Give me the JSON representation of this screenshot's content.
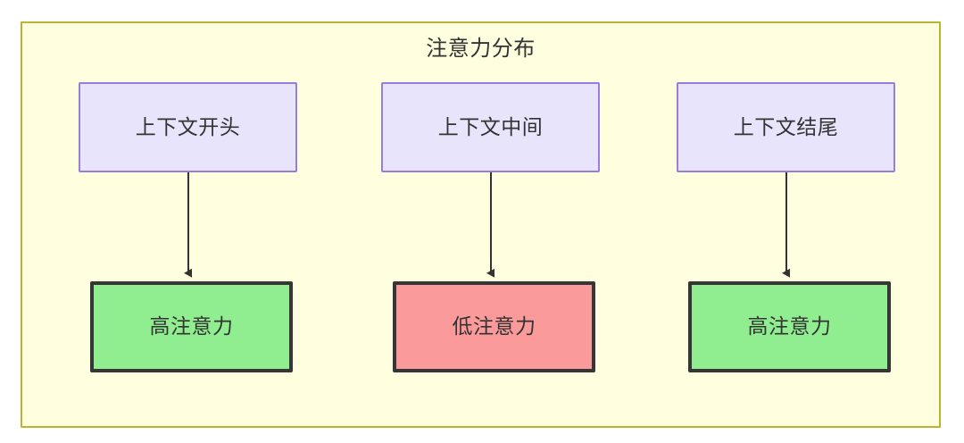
{
  "diagram": {
    "type": "flowchart",
    "direction": "top-down",
    "subgraph": {
      "title": "注意力分布",
      "fill_color": "#FFFFE0",
      "border_color": "#BDB330"
    },
    "nodes": [
      {
        "id": "ctx-start",
        "label": "上下文开头",
        "group": "context",
        "fill_color": "#E8E4FB",
        "border_color": "#9A7DDB"
      },
      {
        "id": "ctx-middle",
        "label": "上下文中间",
        "group": "context",
        "fill_color": "#E8E4FB",
        "border_color": "#9A7DDB"
      },
      {
        "id": "ctx-end",
        "label": "上下文结尾",
        "group": "context",
        "fill_color": "#E8E4FB",
        "border_color": "#9A7DDB"
      },
      {
        "id": "attn-high-start",
        "label": "高注意力",
        "group": "attention",
        "fill_color": "#90EE90",
        "border_color": "#363636"
      },
      {
        "id": "attn-low-middle",
        "label": "低注意力",
        "group": "attention",
        "fill_color": "#FB9A9A",
        "border_color": "#363636"
      },
      {
        "id": "attn-high-end",
        "label": "高注意力",
        "group": "attention",
        "fill_color": "#90EE90",
        "border_color": "#363636"
      }
    ],
    "edges": [
      {
        "id": "edge-start",
        "from": "ctx-start",
        "to": "attn-high-start",
        "arrow": "arrow-down-icon"
      },
      {
        "id": "edge-middle",
        "from": "ctx-middle",
        "to": "attn-low-middle",
        "arrow": "arrow-down-icon"
      },
      {
        "id": "edge-end",
        "from": "ctx-end",
        "to": "attn-high-end",
        "arrow": "arrow-down-icon"
      }
    ],
    "text_color": "#333333"
  }
}
